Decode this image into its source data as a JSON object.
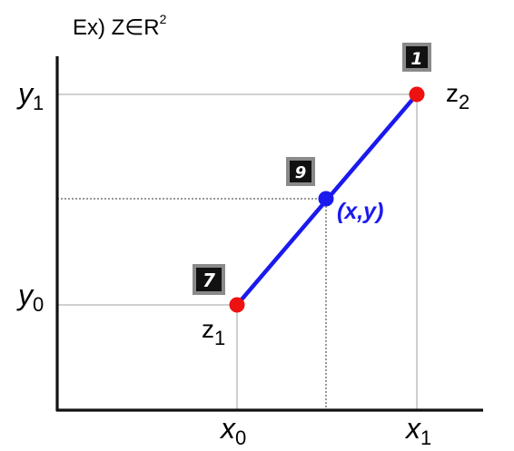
{
  "title": {
    "text": "Ex) Z∈R",
    "superscript": "2"
  },
  "axes": {
    "x_ticks": [
      {
        "base": "x",
        "sub": "0"
      },
      {
        "base": "x",
        "sub": "1"
      }
    ],
    "y_ticks": [
      {
        "base": "y",
        "sub": "1"
      },
      {
        "base": "y",
        "sub": "0"
      }
    ]
  },
  "points": {
    "z1": {
      "base": "z",
      "sub": "1",
      "digit": "7"
    },
    "z2": {
      "base": "z",
      "sub": "2",
      "digit": "1"
    },
    "mid": {
      "label": "(x,y)",
      "digit": "9"
    }
  },
  "colors": {
    "endpoint": "#ee1111",
    "segment": "#1a1aee",
    "midpoint_label": "#1a1aee",
    "axis": "#111111",
    "guide": "#b5b5b5",
    "digit_box_frame": "#8a8a8a",
    "digit_box_fill": "#111111"
  }
}
